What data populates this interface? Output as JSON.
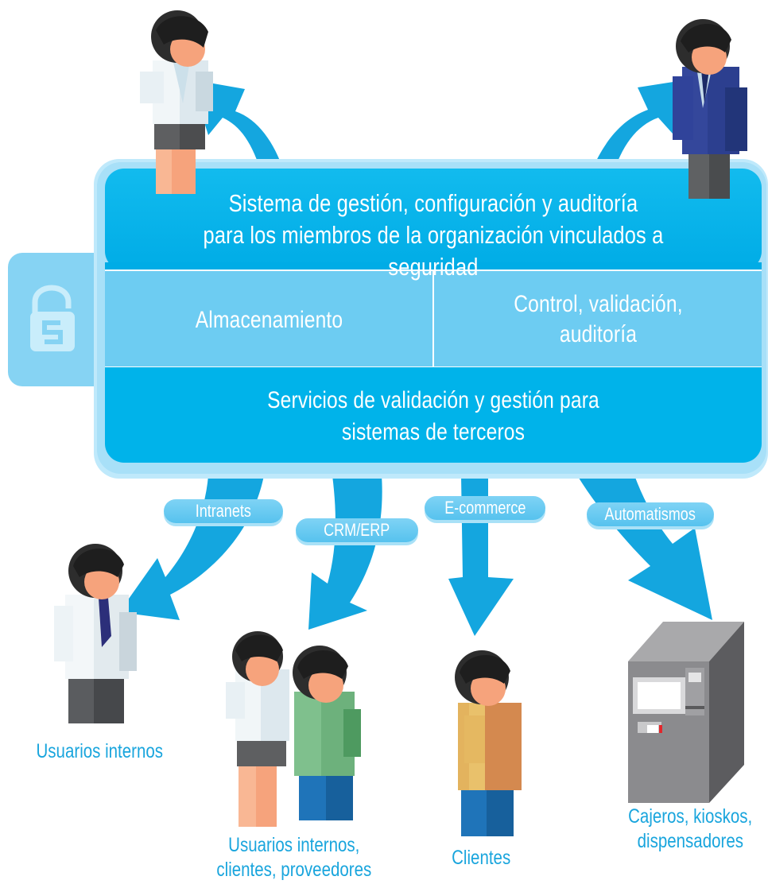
{
  "colors": {
    "box_blue": "#00b3ea",
    "light_blue": "#6dccf2",
    "arrow_blue": "#14a6df",
    "caption_blue": "#19a5dd",
    "white": "#ffffff"
  },
  "system": {
    "title_line1": "Sistema de gestión, configuración y auditoría",
    "title_line2": "para los miembros de la organización vinculados a seguridad",
    "storage": "Almacenamiento",
    "control_line1": "Control, validación,",
    "control_line2": "auditoría",
    "services_line1": "Servicios de validación y gestión para",
    "services_line2": "sistemas de terceros",
    "lock_icon": "padlock-s-icon"
  },
  "channels": [
    "Intranets",
    "CRM/ERP",
    "E-commerce",
    "Automatismos"
  ],
  "captions": {
    "internal": "Usuarios internos",
    "mixed_line1": "Usuarios internos,",
    "mixed_line2": "clientes, proveedores",
    "clients": "Clientes",
    "atm_line1": "Cajeros, kioskos,",
    "atm_line2": "dispensadores"
  }
}
